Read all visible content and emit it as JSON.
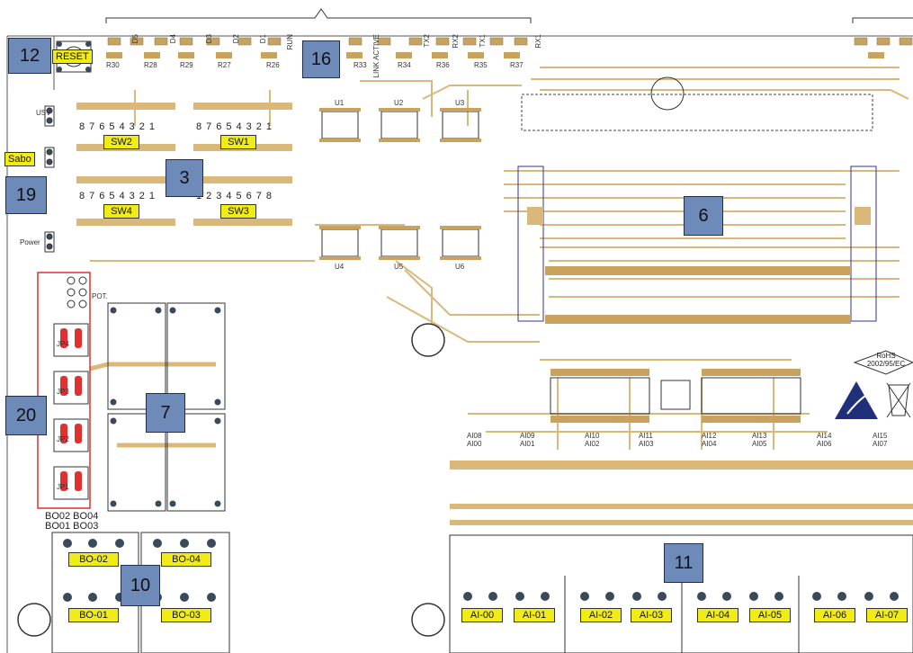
{
  "callouts": [
    {
      "id": "c12",
      "text": "12"
    },
    {
      "id": "c16",
      "text": "16"
    },
    {
      "id": "c3",
      "text": "3"
    },
    {
      "id": "c19",
      "text": "19"
    },
    {
      "id": "c6",
      "text": "6"
    },
    {
      "id": "c20",
      "text": "20"
    },
    {
      "id": "c7",
      "text": "7"
    },
    {
      "id": "c11",
      "text": "11"
    },
    {
      "id": "c10",
      "text": "10"
    }
  ],
  "labels": {
    "reset": "RESET",
    "sabo": "Sabo",
    "sw1": "SW1",
    "sw2": "SW2",
    "sw3": "SW3",
    "sw4": "SW4",
    "bo01": "BO-01",
    "bo02": "BO-02",
    "bo03": "BO-03",
    "bo04": "BO-04",
    "ai00": "AI-00",
    "ai01": "AI-01",
    "ai02": "AI-02",
    "ai03": "AI-03",
    "ai04": "AI-04",
    "ai05": "AI-05",
    "ai06": "AI-06",
    "ai07": "AI-07"
  },
  "silkscreen": {
    "bo_header_top": "BO02 BO04",
    "bo_header_bottom": "BO01 BO03",
    "ai_pairs": [
      {
        "top": "AI08",
        "bottom": "AI00"
      },
      {
        "top": "AI09",
        "bottom": "AI01"
      },
      {
        "top": "AI10",
        "bottom": "AI02"
      },
      {
        "top": "AI11",
        "bottom": "AI03"
      },
      {
        "top": "AI12",
        "bottom": "AI04"
      },
      {
        "top": "AI13",
        "bottom": "AI05"
      },
      {
        "top": "AI14",
        "bottom": "AI06"
      },
      {
        "top": "AI15",
        "bottom": "AI07"
      }
    ],
    "resistors_top": [
      "R30",
      "R28",
      "R29",
      "R27",
      "R26",
      "R33",
      "R34",
      "R36",
      "R35",
      "R37"
    ],
    "led_labels": [
      "D5",
      "D4",
      "D3",
      "D2",
      "D1",
      "RUN",
      "LINK ACTIVE",
      "TX2",
      "RX2",
      "TX1",
      "RX1"
    ],
    "pot": "POT.",
    "usv": "USV",
    "power": "Power",
    "rohs_line1": "RoHS",
    "rohs_line2": "2002/95/EC",
    "jumpers": [
      "JP4",
      "JP3",
      "JP2",
      "JP1"
    ],
    "dip_numbers": [
      "1",
      "2",
      "3",
      "4",
      "5",
      "6",
      "7",
      "8"
    ],
    "chips": [
      "U1",
      "U2",
      "U3",
      "U4",
      "U5",
      "U6"
    ]
  },
  "colors": {
    "trace": "#d9b87a",
    "pad": "#c9a35e",
    "outline": "#3a3a8a",
    "callout_bg": "#6d8ab8",
    "label_bg": "#f2ec16",
    "jumper_red": "#e03030"
  }
}
